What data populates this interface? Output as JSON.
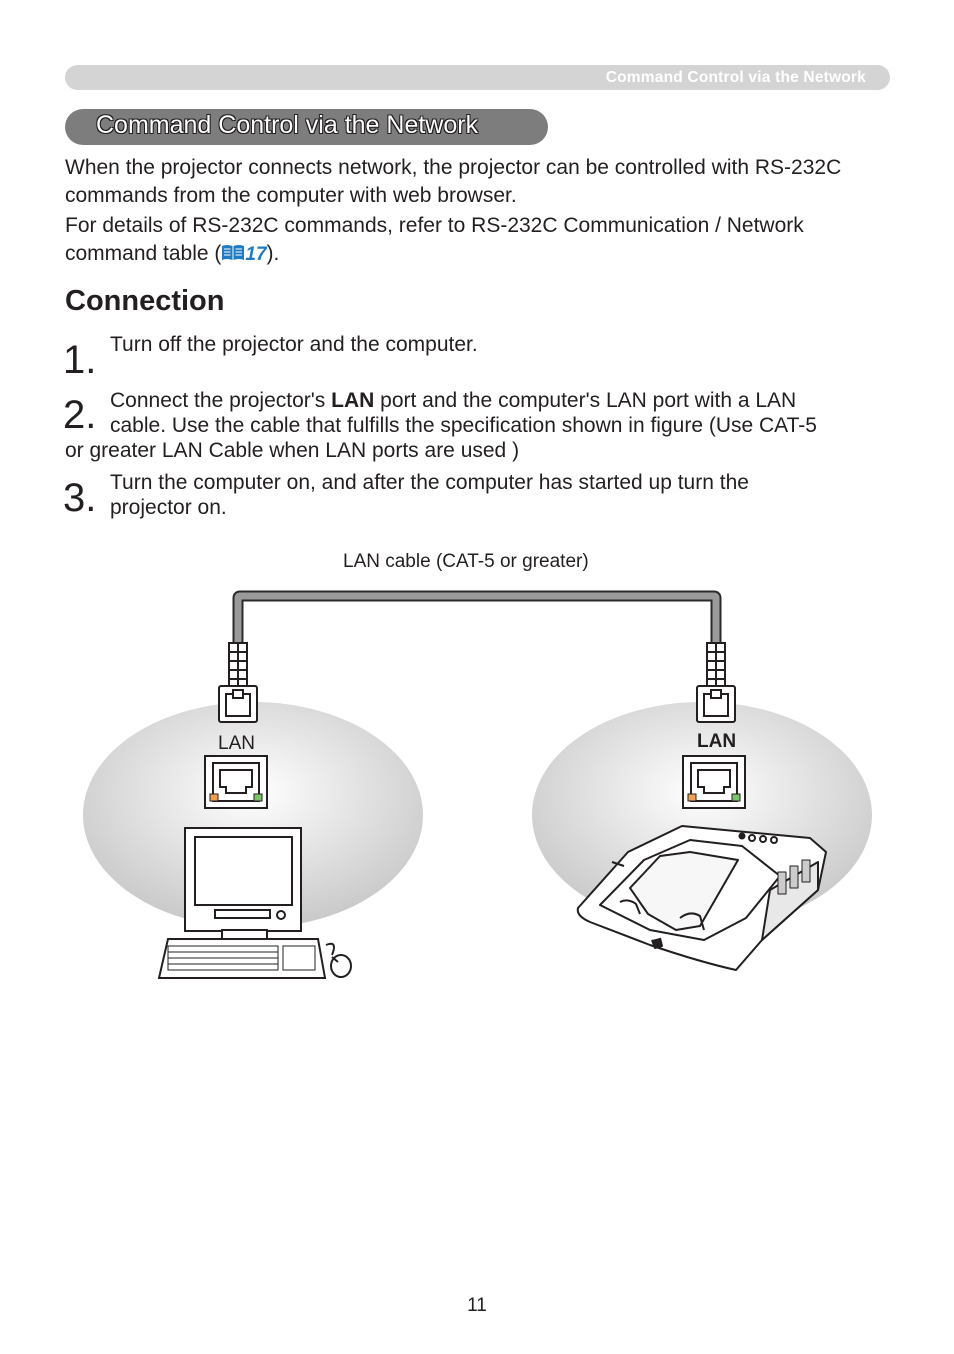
{
  "header": {
    "running_title": "Command Control via the Network"
  },
  "section": {
    "title": "Command Control via the Network"
  },
  "intro": {
    "line1": "When the projector connects network, the projector can be controlled with RS-232C commands from the computer with web browser.",
    "line2_prefix": "For details of RS-232C commands, refer to RS-232C Communication / Network command table (",
    "line2_ref_page": "17",
    "line2_suffix": ")."
  },
  "connection": {
    "heading": "Connection",
    "steps": [
      {
        "number": "1.",
        "text": "Turn off the projector and the computer."
      },
      {
        "number": "2.",
        "text_before": "Connect the projector's ",
        "bold": "LAN",
        "text_after": " port and the computer's LAN port with a LAN",
        "line2": "cable. Use the cable that fulfills the specification shown in figure (Use CAT-5",
        "line3": "or greater LAN Cable when LAN ports are used )"
      },
      {
        "number": "3.",
        "line1": "Turn the computer on, and after the computer has started up turn the",
        "line2": "projector on."
      }
    ]
  },
  "diagram": {
    "cable_label": "LAN cable (CAT-5 or greater)",
    "computer_port_label": "LAN",
    "projector_port_label": "LAN"
  },
  "footer": {
    "page_number": "11"
  }
}
